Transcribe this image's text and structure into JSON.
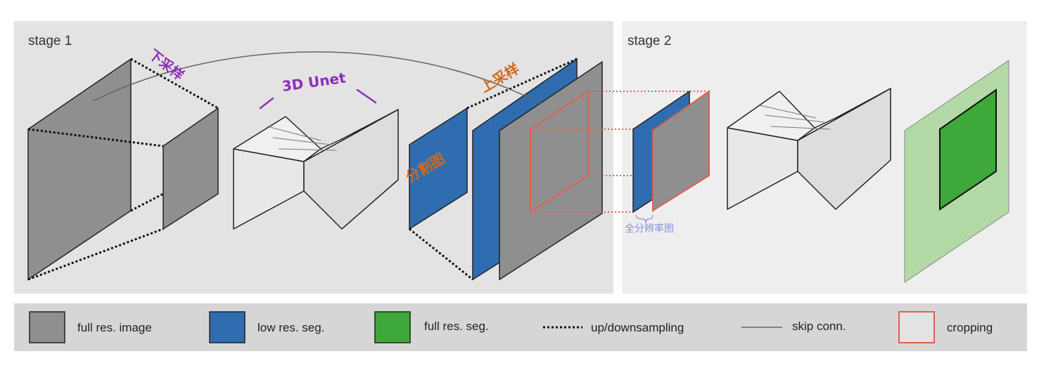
{
  "stages": {
    "stage1_title": "stage 1",
    "stage2_title": "stage 2"
  },
  "annotations": {
    "downsample": "下采样",
    "unet": "3D Unet",
    "upsample": "上采样",
    "segmap": "分割图",
    "hires_map": "全分辨率图"
  },
  "legend": [
    {
      "id": "full-res-image",
      "label": "full res. image"
    },
    {
      "id": "low-res-seg",
      "label": "low res. seg."
    },
    {
      "id": "full-res-seg",
      "label": "full res. seg."
    },
    {
      "id": "updownsampling",
      "label": "up/downsampling"
    },
    {
      "id": "skip-conn",
      "label": "skip conn."
    },
    {
      "id": "cropping",
      "label": "cropping"
    }
  ],
  "colors": {
    "panel_stage1": "#e3e3e3",
    "panel_stage2": "#eeeeee",
    "legend_bg": "#d6d6d6",
    "full_res_image": "#8f8f8f",
    "low_res_seg": "#2f6db0",
    "full_res_seg": "#3fa83a",
    "full_res_seg_light": "#b3d9a6",
    "cropping": "#d9534f",
    "unet_face": "#e6e6e6",
    "annotation_purple": "#8e2fb8",
    "annotation_orange": "#d2691e",
    "annotation_lavender": "#8a8fd8"
  }
}
